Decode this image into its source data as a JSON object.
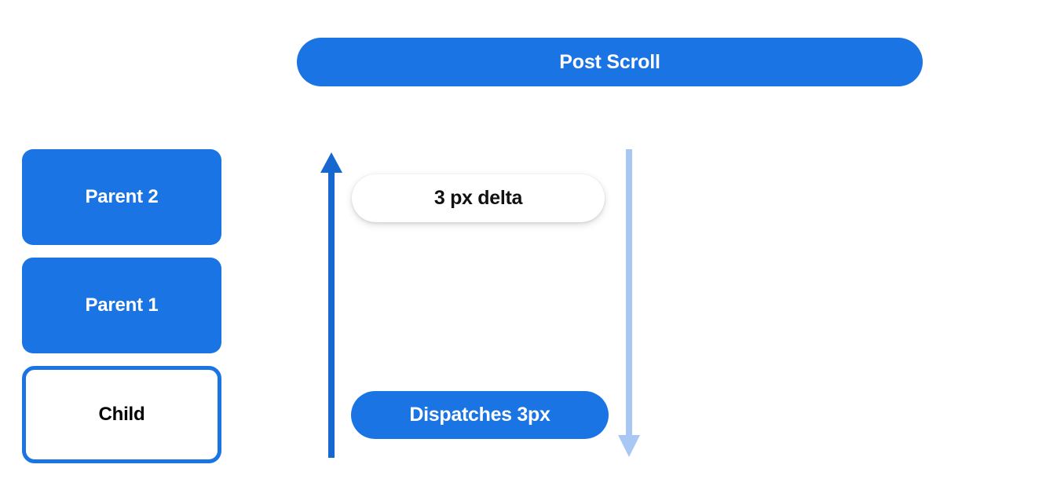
{
  "diagram": {
    "title": "Post Scroll",
    "colors": {
      "brand_blue": "#1b74e4",
      "arrow_dark_blue": "#1667cf",
      "arrow_light_blue": "#a8c7f5",
      "child_text": "#000000",
      "pill_text_light": "#ffffff",
      "background": "#ffffff"
    }
  },
  "header": {
    "label": "Post Scroll"
  },
  "node_stack": {
    "boxes": [
      {
        "label": "Parent 2",
        "style": "filled"
      },
      {
        "label": "Parent 1",
        "style": "filled"
      },
      {
        "label": "Child",
        "style": "outlined"
      }
    ]
  },
  "flow": {
    "up_arrow": {
      "name": "scroll-up-arrow",
      "direction": "up",
      "color": "#1667cf"
    },
    "down_arrow": {
      "name": "scroll-down-arrow",
      "direction": "down",
      "color": "#a8c7f5"
    },
    "delta_pill": {
      "label": "3 px delta"
    },
    "dispatch_pill": {
      "label": "Dispatches 3px"
    }
  }
}
